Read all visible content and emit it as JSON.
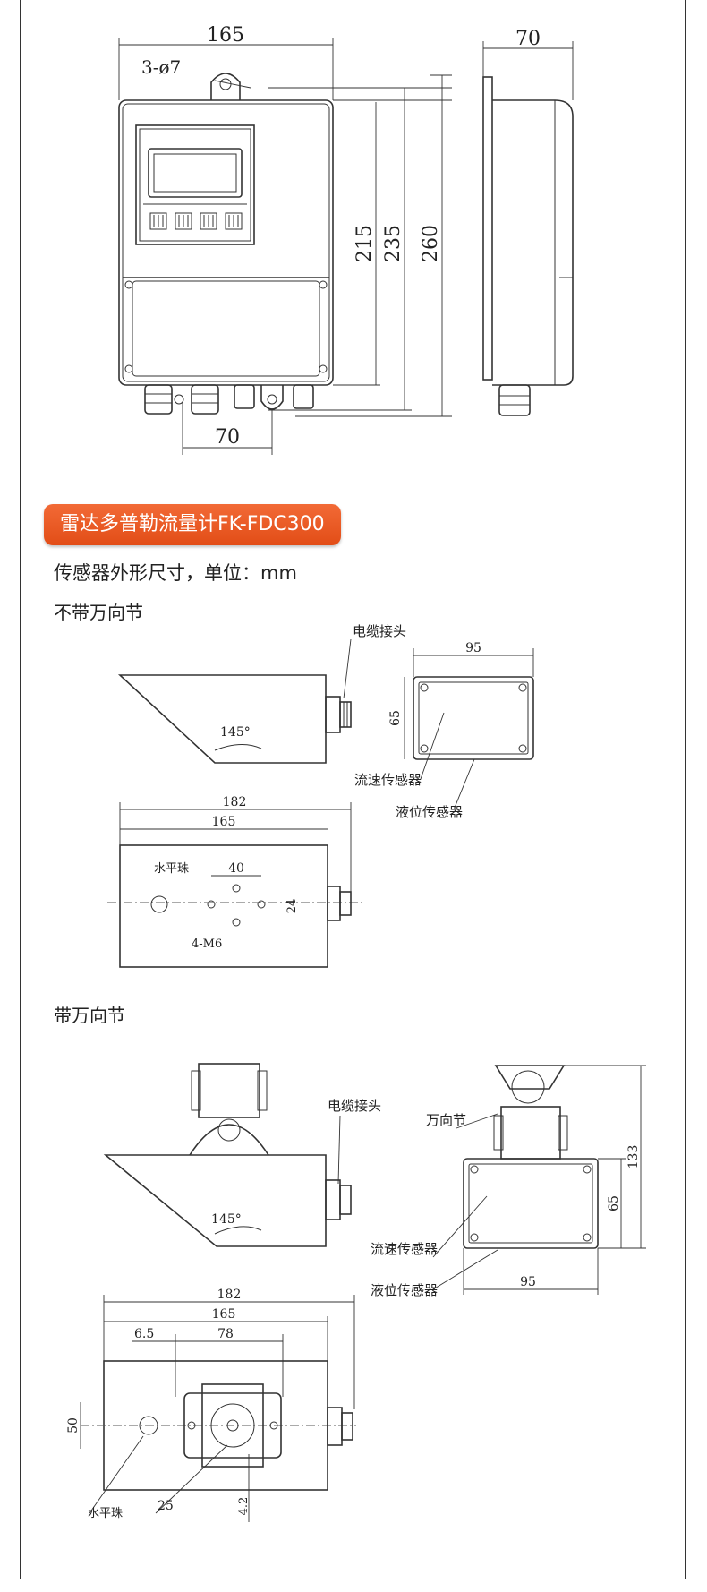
{
  "title_banner": "雷达多普勒流量计FK-FDC300",
  "subtitle": "传感器外形尺寸，单位：mm",
  "section_no_joint": "不带万向节",
  "section_with_joint": "带万向节",
  "converter_dims": {
    "width": "165",
    "holes": "3-ø7",
    "depth": "70",
    "h1": "215",
    "h2": "235",
    "h3": "260",
    "bottom": "70"
  },
  "sensor_labels": {
    "cable_connector": "电缆接头",
    "flow_sensor": "流速传感器",
    "level_sensor": "液位传感器",
    "bubble": "水平珠",
    "screws": "4-M6",
    "joint": "万向节"
  },
  "sensor_dims": {
    "angle": "145°",
    "w95": "95",
    "h65": "65",
    "l182": "182",
    "l165": "165",
    "s40": "40",
    "s24": "24",
    "h133": "133",
    "d65": "6.5",
    "d78": "78",
    "d50": "50",
    "d25": "25",
    "d42": "4.2"
  }
}
